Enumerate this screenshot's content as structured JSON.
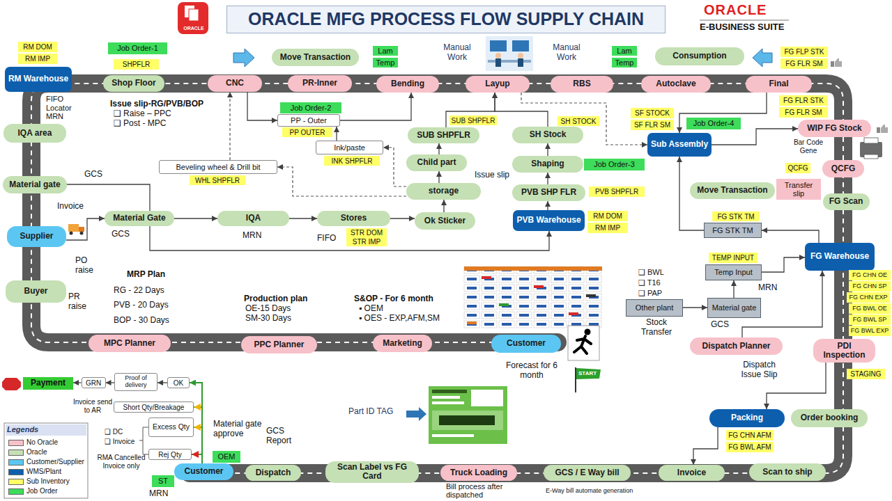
{
  "diagram": {
    "title": "ORACLE MFG PROCESS FLOW SUPPLY CHAIN",
    "nodes": [
      {
        "text": [
          "RM DOM"
        ]
      },
      {
        "text": [
          "RM IMP"
        ]
      },
      {
        "text": [
          "Job Order-1"
        ]
      },
      {
        "text": [
          "SHPFLR"
        ]
      },
      {
        "text": [
          "Move Transaction"
        ]
      },
      {
        "text": [
          "Lam"
        ]
      },
      {
        "text": [
          "Temp"
        ]
      },
      {
        "text": [
          "Lam"
        ]
      },
      {
        "text": [
          "Temp"
        ]
      },
      {
        "text": [
          "Consumption"
        ]
      },
      {
        "text": [
          "FG FLP STK"
        ]
      },
      {
        "text": [
          "FG FLR SM"
        ]
      },
      {
        "text": [
          "RM Warehouse"
        ]
      },
      {
        "text": [
          "Shop Floor"
        ]
      },
      {
        "text": [
          "CNC"
        ]
      },
      {
        "text": [
          "PR-Inner"
        ]
      },
      {
        "text": [
          "Bending"
        ]
      },
      {
        "text": [
          "Layup"
        ]
      },
      {
        "text": [
          "RBS"
        ]
      },
      {
        "text": [
          "Autoclave"
        ]
      },
      {
        "text": [
          "Final"
        ]
      },
      {
        "text": [
          "FG FLR STK"
        ]
      },
      {
        "text": [
          "FG FLR SM"
        ]
      },
      {
        "text": [
          "IQA area"
        ]
      },
      {
        "text": [
          "Job Order-2"
        ]
      },
      {
        "text": [
          "PP - Outer"
        ]
      },
      {
        "text": [
          "PP OUTER"
        ]
      },
      {
        "text": [
          "SUB SHPFLR"
        ]
      },
      {
        "text": [
          "SH STOCK"
        ]
      },
      {
        "text": [
          "SF STOCK"
        ]
      },
      {
        "text": [
          "SF FLR SM"
        ]
      },
      {
        "text": [
          "Job Order-4"
        ]
      },
      {
        "text": [
          "Sub Assembly"
        ]
      },
      {
        "text": [
          "WIP FG Stock"
        ]
      },
      {
        "text": [
          "SUB SHPFLR"
        ]
      },
      {
        "text": [
          "SH Stock"
        ]
      },
      {
        "text": [
          "Ink/paste"
        ]
      },
      {
        "text": [
          "INK SHPFLR"
        ]
      },
      {
        "text": [
          "Child part"
        ]
      },
      {
        "text": [
          "Shaping"
        ]
      },
      {
        "text": [
          "Job Order-3"
        ]
      },
      {
        "text": [
          "Beveling wheel & Drill bit"
        ]
      },
      {
        "text": [
          "WHL SHPFLR"
        ]
      },
      {
        "text": [
          "QCFG"
        ]
      },
      {
        "text": [
          "QCFG"
        ]
      },
      {
        "text": [
          "Material gate"
        ]
      },
      {
        "text": [
          "storage"
        ]
      },
      {
        "text": [
          "PVB SHP FLR"
        ]
      },
      {
        "text": [
          "PVB SHPFLR"
        ]
      },
      {
        "text": [
          "Move Transaction"
        ]
      },
      {
        "text": [
          "Transfer slip"
        ]
      },
      {
        "text": [
          "FG Scan"
        ]
      },
      {
        "text": [
          "Material Gate"
        ]
      },
      {
        "text": [
          "IQA"
        ]
      },
      {
        "text": [
          "Stores"
        ]
      },
      {
        "text": [
          "Ok Sticker"
        ]
      },
      {
        "text": [
          "STR DOM"
        ]
      },
      {
        "text": [
          "STR IMP"
        ]
      },
      {
        "text": [
          "PVB Warehouse"
        ]
      },
      {
        "text": [
          "RM DOM"
        ]
      },
      {
        "text": [
          "RM IMP"
        ]
      },
      {
        "text": [
          "FG STK TM"
        ]
      },
      {
        "text": [
          "FG STK TM"
        ]
      },
      {
        "text": [
          "Supplier"
        ]
      },
      {
        "text": [
          "FG Warehouse"
        ]
      },
      {
        "text": [
          "TEMP INPUT"
        ]
      },
      {
        "text": [
          "Temp Input"
        ]
      },
      {
        "text": [
          "FG CHN OE"
        ]
      },
      {
        "text": [
          "FG CHN SP"
        ]
      },
      {
        "text": [
          "FG CHN EXP"
        ]
      },
      {
        "text": [
          "FG BWL OE"
        ]
      },
      {
        "text": [
          "FG BWL SP"
        ]
      },
      {
        "text": [
          "FG BWL EXP"
        ]
      },
      {
        "text": [
          "Buyer"
        ]
      },
      {
        "text": [
          "Other plant"
        ]
      },
      {
        "text": [
          "Material gate"
        ]
      },
      {
        "text": [
          "MPC Planner"
        ]
      },
      {
        "text": [
          "PPC Planner"
        ]
      },
      {
        "text": [
          "Marketing"
        ]
      },
      {
        "text": [
          "Customer"
        ]
      },
      {
        "text": [
          "Dispatch Planner"
        ]
      },
      {
        "text": [
          "PDI Inspection"
        ]
      },
      {
        "text": [
          "STAGING"
        ]
      },
      {
        "text": [
          "Payment"
        ]
      },
      {
        "text": [
          "GRN"
        ]
      },
      {
        "text": [
          "Proof of delivery"
        ]
      },
      {
        "text": [
          "OK"
        ]
      },
      {
        "text": [
          "Short Qty/Breakage"
        ]
      },
      {
        "text": [
          "Excess Qty"
        ]
      },
      {
        "text": [
          "Rej Qty"
        ]
      },
      {
        "text": [
          "Packing"
        ]
      },
      {
        "text": [
          "Order booking"
        ]
      },
      {
        "text": [
          "FG CHN AFM"
        ]
      },
      {
        "text": [
          "FG BWL AFM"
        ]
      },
      {
        "text": [
          "OEM"
        ]
      },
      {
        "text": [
          "Customer"
        ]
      },
      {
        "text": [
          "ST"
        ]
      },
      {
        "text": [
          "Dispatch"
        ]
      },
      {
        "text": [
          "Scan Label vs FG Card"
        ]
      },
      {
        "text": [
          "Truck Loading"
        ]
      },
      {
        "text": [
          "GCS / E Way bill"
        ]
      },
      {
        "text": [
          "Invoice"
        ]
      },
      {
        "text": [
          "Scan to ship"
        ]
      }
    ],
    "edges": [
      {
        "from": 63,
        "to": 52,
        "arrow": "to"
      },
      {
        "from": 45,
        "to": 52,
        "arrow": "none"
      },
      {
        "from": 52,
        "to": 53,
        "arrow": "to"
      },
      {
        "from": 53,
        "to": 54,
        "arrow": "to"
      },
      {
        "from": 54,
        "to": 55,
        "arrow": "to"
      },
      {
        "from": 55,
        "to": 46,
        "arrow": "to"
      },
      {
        "from": 52,
        "to": 58,
        "arrow": "to"
      },
      {
        "from": 58,
        "to": 47,
        "arrow": "to"
      },
      {
        "from": 47,
        "to": 39,
        "arrow": "to"
      },
      {
        "from": 39,
        "to": 35,
        "arrow": "to"
      },
      {
        "from": 46,
        "to": 38,
        "arrow": "to"
      },
      {
        "from": 38,
        "to": 34,
        "arrow": "to"
      },
      {
        "from": 34,
        "to": 17,
        "arrow": "to"
      },
      {
        "from": 35,
        "to": 17,
        "arrow": "to"
      },
      {
        "from": 46,
        "to": 36,
        "arrow": "to"
      },
      {
        "from": 46,
        "to": 41,
        "arrow": "to"
      },
      {
        "from": 41,
        "to": 14,
        "arrow": "to"
      },
      {
        "from": 36,
        "to": 25,
        "arrow": "to"
      },
      {
        "from": 14,
        "to": 25,
        "arrow": "to"
      },
      {
        "from": 25,
        "to": 16,
        "arrow": "to"
      },
      {
        "from": 17,
        "to": 32,
        "arrow": "to"
      },
      {
        "from": 20,
        "to": 32,
        "arrow": "to"
      },
      {
        "from": 32,
        "to": 33,
        "arrow": "to"
      },
      {
        "from": 62,
        "to": 32,
        "arrow": "to"
      },
      {
        "from": 64,
        "to": 62,
        "arrow": "to"
      },
      {
        "from": 66,
        "to": 64,
        "arrow": "to"
      },
      {
        "from": 75,
        "to": 66,
        "arrow": "to"
      },
      {
        "from": 74,
        "to": 75,
        "arrow": "to"
      },
      {
        "from": 80,
        "to": 64,
        "arrow": "to"
      },
      {
        "from": 81,
        "to": 90,
        "arrow": "to"
      },
      {
        "from": 90,
        "to": 101,
        "arrow": "to"
      },
      {
        "from": 95,
        "to": 86,
        "arrow": "to"
      },
      {
        "from": 95,
        "to": 87,
        "arrow": "to"
      },
      {
        "from": 95,
        "to": 88,
        "arrow": "to"
      },
      {
        "from": 95,
        "to": 89,
        "arrow": "to"
      },
      {
        "from": 86,
        "to": 85,
        "arrow": "to"
      },
      {
        "from": 85,
        "to": 84,
        "arrow": "to"
      },
      {
        "from": 84,
        "to": 83,
        "arrow": "to"
      }
    ],
    "labels": [
      "ORACLE",
      "ORACLE",
      "E-BUSINESS SUITE",
      "Manual Work",
      "Manual Work",
      "FIFO Locator MRN",
      "Issue slip-RG/PVB/BOP",
      "❑ Raise – PPC",
      "❑ Post - MPC",
      "GCS",
      "Invoice",
      "GCS",
      "MRN",
      "FIFO",
      "Issue slip",
      "PO raise",
      "PR raise",
      "MRP Plan",
      "RG - 22 Days",
      "PVB - 20 Days",
      "BOP - 30 Days",
      "Production plan",
      "OE-15 Days",
      "SM-30 Days",
      "S&OP - For 6 month",
      "▪ OEM",
      "▪ OES - EXP,AFM,SM",
      "Bar Code Gene",
      "MRN",
      "❑ BWL",
      "❑ T16",
      "❑ PAP",
      "Stock Transfer",
      "GCS",
      "Dispatch Issue Slip",
      "Forecast for 6 month",
      "Part ID TAG",
      "Invoice send to AR",
      "❑ DC",
      "❑ Invoice",
      "RMA Cancelled Invoice only",
      "Material gate approve",
      "GCS Report",
      "MRN",
      "Bill process after dispatched",
      "E-Way bill automate generation",
      "Legends",
      "START"
    ],
    "legend": [
      {
        "text": "No Oracle",
        "color": "#f7c1ca"
      },
      {
        "text": "Oracle",
        "color": "#c5e0b4"
      },
      {
        "text": "Customer/Supplier",
        "color": "#5cc6f2"
      },
      {
        "text": "WMS/Plant",
        "color": "#0d5fae"
      },
      {
        "text": "Sub Inventory",
        "color": "#ffff66"
      },
      {
        "text": "Job Order",
        "color": "#3ddc5a"
      }
    ]
  }
}
